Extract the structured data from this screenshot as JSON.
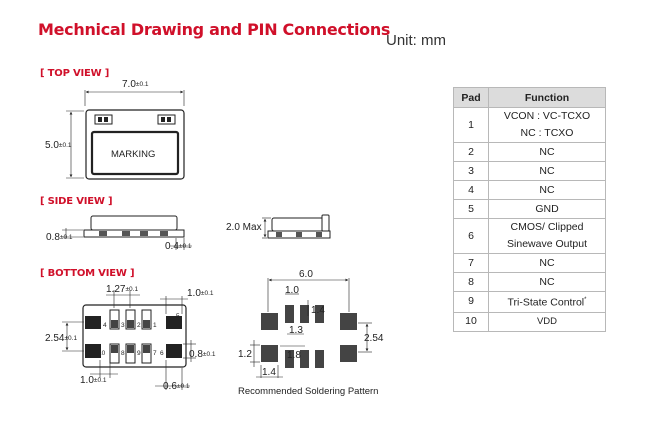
{
  "title": "Mechnical Drawing and PIN Connections",
  "unit": "Unit: mm",
  "sections": {
    "top_view": "[ TOP VIEW ]",
    "side_view": "[ SIDE VIEW ]",
    "bottom_view": "[ BOTTOM VIEW ]"
  },
  "top_view": {
    "width": "7.0",
    "width_tol": "±0.1",
    "height": "5.0",
    "height_tol": "±0.1",
    "marking": "MARKING"
  },
  "side_view": {
    "thickness": "0.8",
    "thickness_tol": "±0.1",
    "offset": "0.4",
    "offset_tol": "±0.1",
    "max_height": "2.0 Max"
  },
  "bottom_view": {
    "pitch": "1.27",
    "pitch_tol": "±0.1",
    "pad_w": "1.0",
    "pad_w_tol": "±0.1",
    "row_gap": "2.54",
    "row_gap_tol": "±0.1",
    "pad_h": "0.8",
    "pad_h_tol": "±0.1",
    "pad_w2": "1.0",
    "pad_w2_tol": "±0.1",
    "edge": "0.6",
    "edge_tol": "±0.1",
    "top_pins": [
      "4",
      "3",
      "2",
      "1"
    ],
    "bottom_pins": [
      "10",
      "8",
      "9",
      "7",
      "6"
    ],
    "side_top_right": "5",
    "side_bottom_left": "10"
  },
  "soldering": {
    "width": "6.0",
    "d1": "1.0",
    "d2": "1.4",
    "d3": "1.3",
    "d4": "2.54",
    "d5": "1.2",
    "d6": "1.8",
    "d7": "1.4",
    "caption": "Recommended Soldering Pattern"
  },
  "pin_table": {
    "headers": [
      "Pad",
      "Function"
    ],
    "rows": [
      {
        "pad": "1",
        "func": [
          "VCON : VC-TCXO",
          "NC : TCXO"
        ]
      },
      {
        "pad": "2",
        "func": [
          "NC"
        ]
      },
      {
        "pad": "3",
        "func": [
          "NC"
        ]
      },
      {
        "pad": "4",
        "func": [
          "NC"
        ]
      },
      {
        "pad": "5",
        "func": [
          "GND"
        ]
      },
      {
        "pad": "6",
        "func": [
          "CMOS/ Clipped",
          "Sinewave Output"
        ]
      },
      {
        "pad": "7",
        "func": [
          "NC"
        ]
      },
      {
        "pad": "8",
        "func": [
          "NC"
        ]
      },
      {
        "pad": "9",
        "func": [
          "Tri-State Control"
        ],
        "note": "*"
      },
      {
        "pad": "10",
        "func": [
          "VDD"
        ]
      }
    ]
  }
}
